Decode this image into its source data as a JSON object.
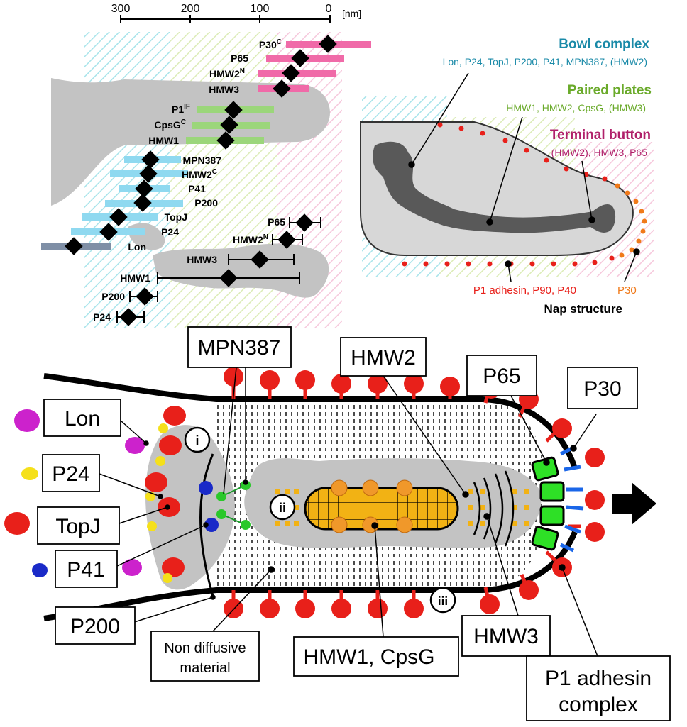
{
  "top_left": {
    "scale_ticks": [
      "300",
      "200",
      "100",
      "0"
    ],
    "scale_unit": "[nm]",
    "labels": {
      "p30c": "P30",
      "p30c_sup": "C",
      "p65": "P65",
      "hmw2n": "HMW2",
      "hmw2n_sup": "N",
      "hmw3": "HMW3",
      "p1if": "P1",
      "p1if_sup": "IF",
      "cpsgc": "CpsG",
      "cpsgc_sup": "C",
      "hmw1": "HMW1",
      "mpn387": "MPN387",
      "hmw2c": "HMW2",
      "hmw2c_sup": "C",
      "p41": "P41",
      "p200": "P200",
      "topj": "TopJ",
      "p24": "P24",
      "lon": "Lon",
      "p65_b": "P65",
      "hmw2n_b": "HMW2",
      "hmw2n_b_sup": "N",
      "hmw3_b": "HMW3",
      "hmw1_b": "HMW1",
      "p200_b": "P200",
      "p24_b": "P24"
    },
    "colors": {
      "pink": "#f06aa8",
      "green": "#9bd67a",
      "blue": "#8fd9f0",
      "slate": "#7f8fa6"
    }
  },
  "top_right": {
    "bowl_title": "Bowl complex",
    "bowl_members": "Lon, P24, TopJ, P200, P41, MPN387, (HMW2)",
    "plates_title": "Paired plates",
    "plates_members": "HMW1, HMW2, CpsG, (HMW3)",
    "button_title": "Terminal button",
    "button_members": "(HMW2), HMW3, P65",
    "p1_label": "P1 adhesin, P90, P40",
    "p30_label": "P30",
    "nap_label": "Nap structure",
    "colors": {
      "bowl": "#1a8aa8",
      "plates": "#6aaa2a",
      "button": "#b0206a",
      "p1": "#e8201a",
      "p30": "#f07a1a"
    }
  },
  "bottom": {
    "lon": "Lon",
    "p24": "P24",
    "topj": "TopJ",
    "p41": "P41",
    "p200": "P200",
    "mpn387": "MPN387",
    "hmw2": "HMW2",
    "p65": "P65",
    "p30": "P30",
    "hmw3": "HMW3",
    "hmw1_cpsg": "HMW1, CpsG",
    "non_diffusive_1": "Non diffusive",
    "non_diffusive_2": "material",
    "p1_complex_1": "P1 adhesin",
    "p1_complex_2": "complex",
    "roman_i": "i",
    "roman_ii": "ii",
    "roman_iii": "iii"
  }
}
